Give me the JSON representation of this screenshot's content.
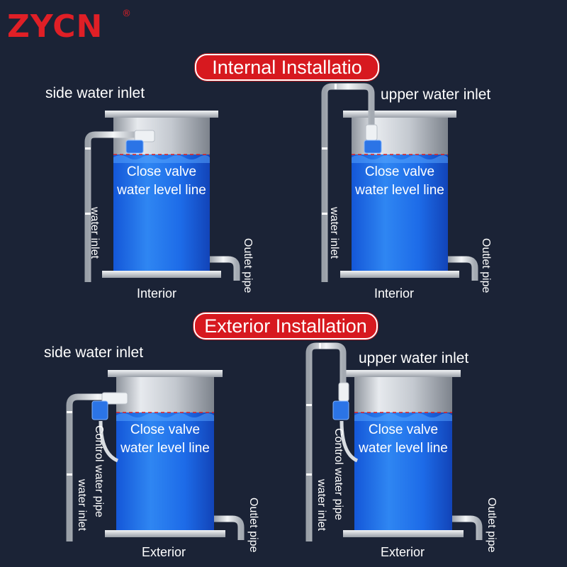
{
  "brand": {
    "logo": "ZYCN",
    "registered_mark": "®",
    "color": "#e01f26"
  },
  "sections": {
    "internal": {
      "title": "Internal Installatio"
    },
    "exterior": {
      "title": "Exterior Installation"
    }
  },
  "panels": {
    "p1": {
      "heading": "side water inlet",
      "close_valve": "Close valve",
      "level_line": "water level line",
      "inlet_label": "water inlet",
      "outlet_label": "Outlet pipe",
      "bottom_label": "Interior"
    },
    "p2": {
      "heading": "upper water inlet",
      "close_valve": "Close valve",
      "level_line": "water level line",
      "inlet_label": "water inlet",
      "outlet_label": "Outlet pipe",
      "bottom_label": "Interior"
    },
    "p3": {
      "heading": "side water inlet",
      "close_valve": "Close valve",
      "level_line": "water level line",
      "control_label": "Control water pipe",
      "inlet_label": "water inlet",
      "outlet_label": "Outlet pipe",
      "bottom_label": "Exterior"
    },
    "p4": {
      "heading": "upper water inlet",
      "close_valve": "Close valve",
      "level_line": "water level line",
      "control_label": "Control water pipe",
      "inlet_label": "water inlet",
      "outlet_label": "Outlet pipe",
      "bottom_label": "Exterior"
    }
  },
  "colors": {
    "background": "#1b2336",
    "banner": "#d7191f",
    "water": "#1f6fe6",
    "water_line": "#e02020",
    "steel": "#c9ced6"
  }
}
